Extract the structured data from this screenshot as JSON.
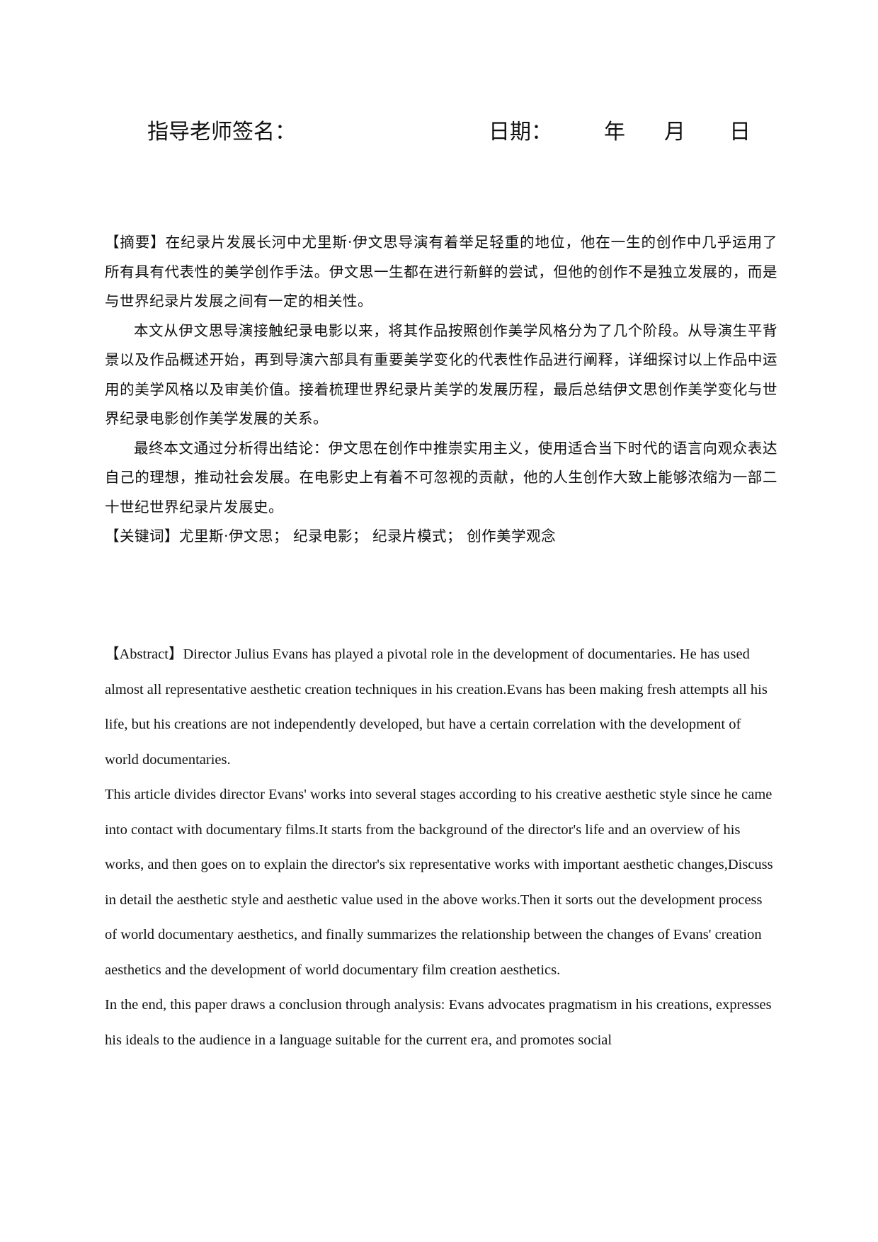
{
  "signature_line": {
    "advisor_label": "指导老师签名：",
    "date_label": "日期：",
    "year": "年",
    "month": "月",
    "day": "日"
  },
  "cn_abstract": {
    "paragraphs": [
      "【摘要】在纪录片发展长河中尤里斯·伊文思导演有着举足轻重的地位，他在一生的创作中几乎运用了所有具有代表性的美学创作手法。伊文思一生都在进行新鲜的尝试，但他的创作不是独立发展的，而是与世界纪录片发展之间有一定的相关性。",
      "本文从伊文思导演接触纪录电影以来，将其作品按照创作美学风格分为了几个阶段。从导演生平背景以及作品概述开始，再到导演六部具有重要美学变化的代表性作品进行阐释，详细探讨以上作品中运用的美学风格以及审美价值。接着梳理世界纪录片美学的发展历程，最后总结伊文思创作美学变化与世界纪录电影创作美学发展的关系。",
      "最终本文通过分析得出结论：伊文思在创作中推崇实用主义，使用适合当下时代的语言向观众表达自己的理想，推动社会发展。在电影史上有着不可忽视的贡献，他的人生创作大致上能够浓缩为一部二十世纪世界纪录片发展史。"
    ],
    "keywords": "【关键词】尤里斯·伊文思；  纪录电影；  纪录片模式；  创作美学观念"
  },
  "en_abstract": {
    "paragraphs": [
      "【Abstract】Director Julius Evans has played a pivotal role in the development of documentaries. He has used almost all representative aesthetic creation techniques in his creation.Evans has been making fresh attempts all his life, but his creations are not independently developed, but have a certain correlation with the development of world documentaries.",
      "This article divides director Evans' works into several stages according to his creative aesthetic style since he came into contact with documentary films.It starts from the background of the director's life and an overview of his works, and then goes on to explain the director's six representative works with important aesthetic changes,Discuss in detail the aesthetic style and aesthetic value used in the above works.Then it sorts out the development process of world documentary aesthetics, and finally summarizes the relationship between the changes of Evans' creation aesthetics and the development of world documentary film creation aesthetics.",
      "In the end, this paper draws a conclusion through analysis: Evans advocates pragmatism in his creations, expresses his ideals to the audience in a language suitable for the current era, and promotes social"
    ]
  }
}
